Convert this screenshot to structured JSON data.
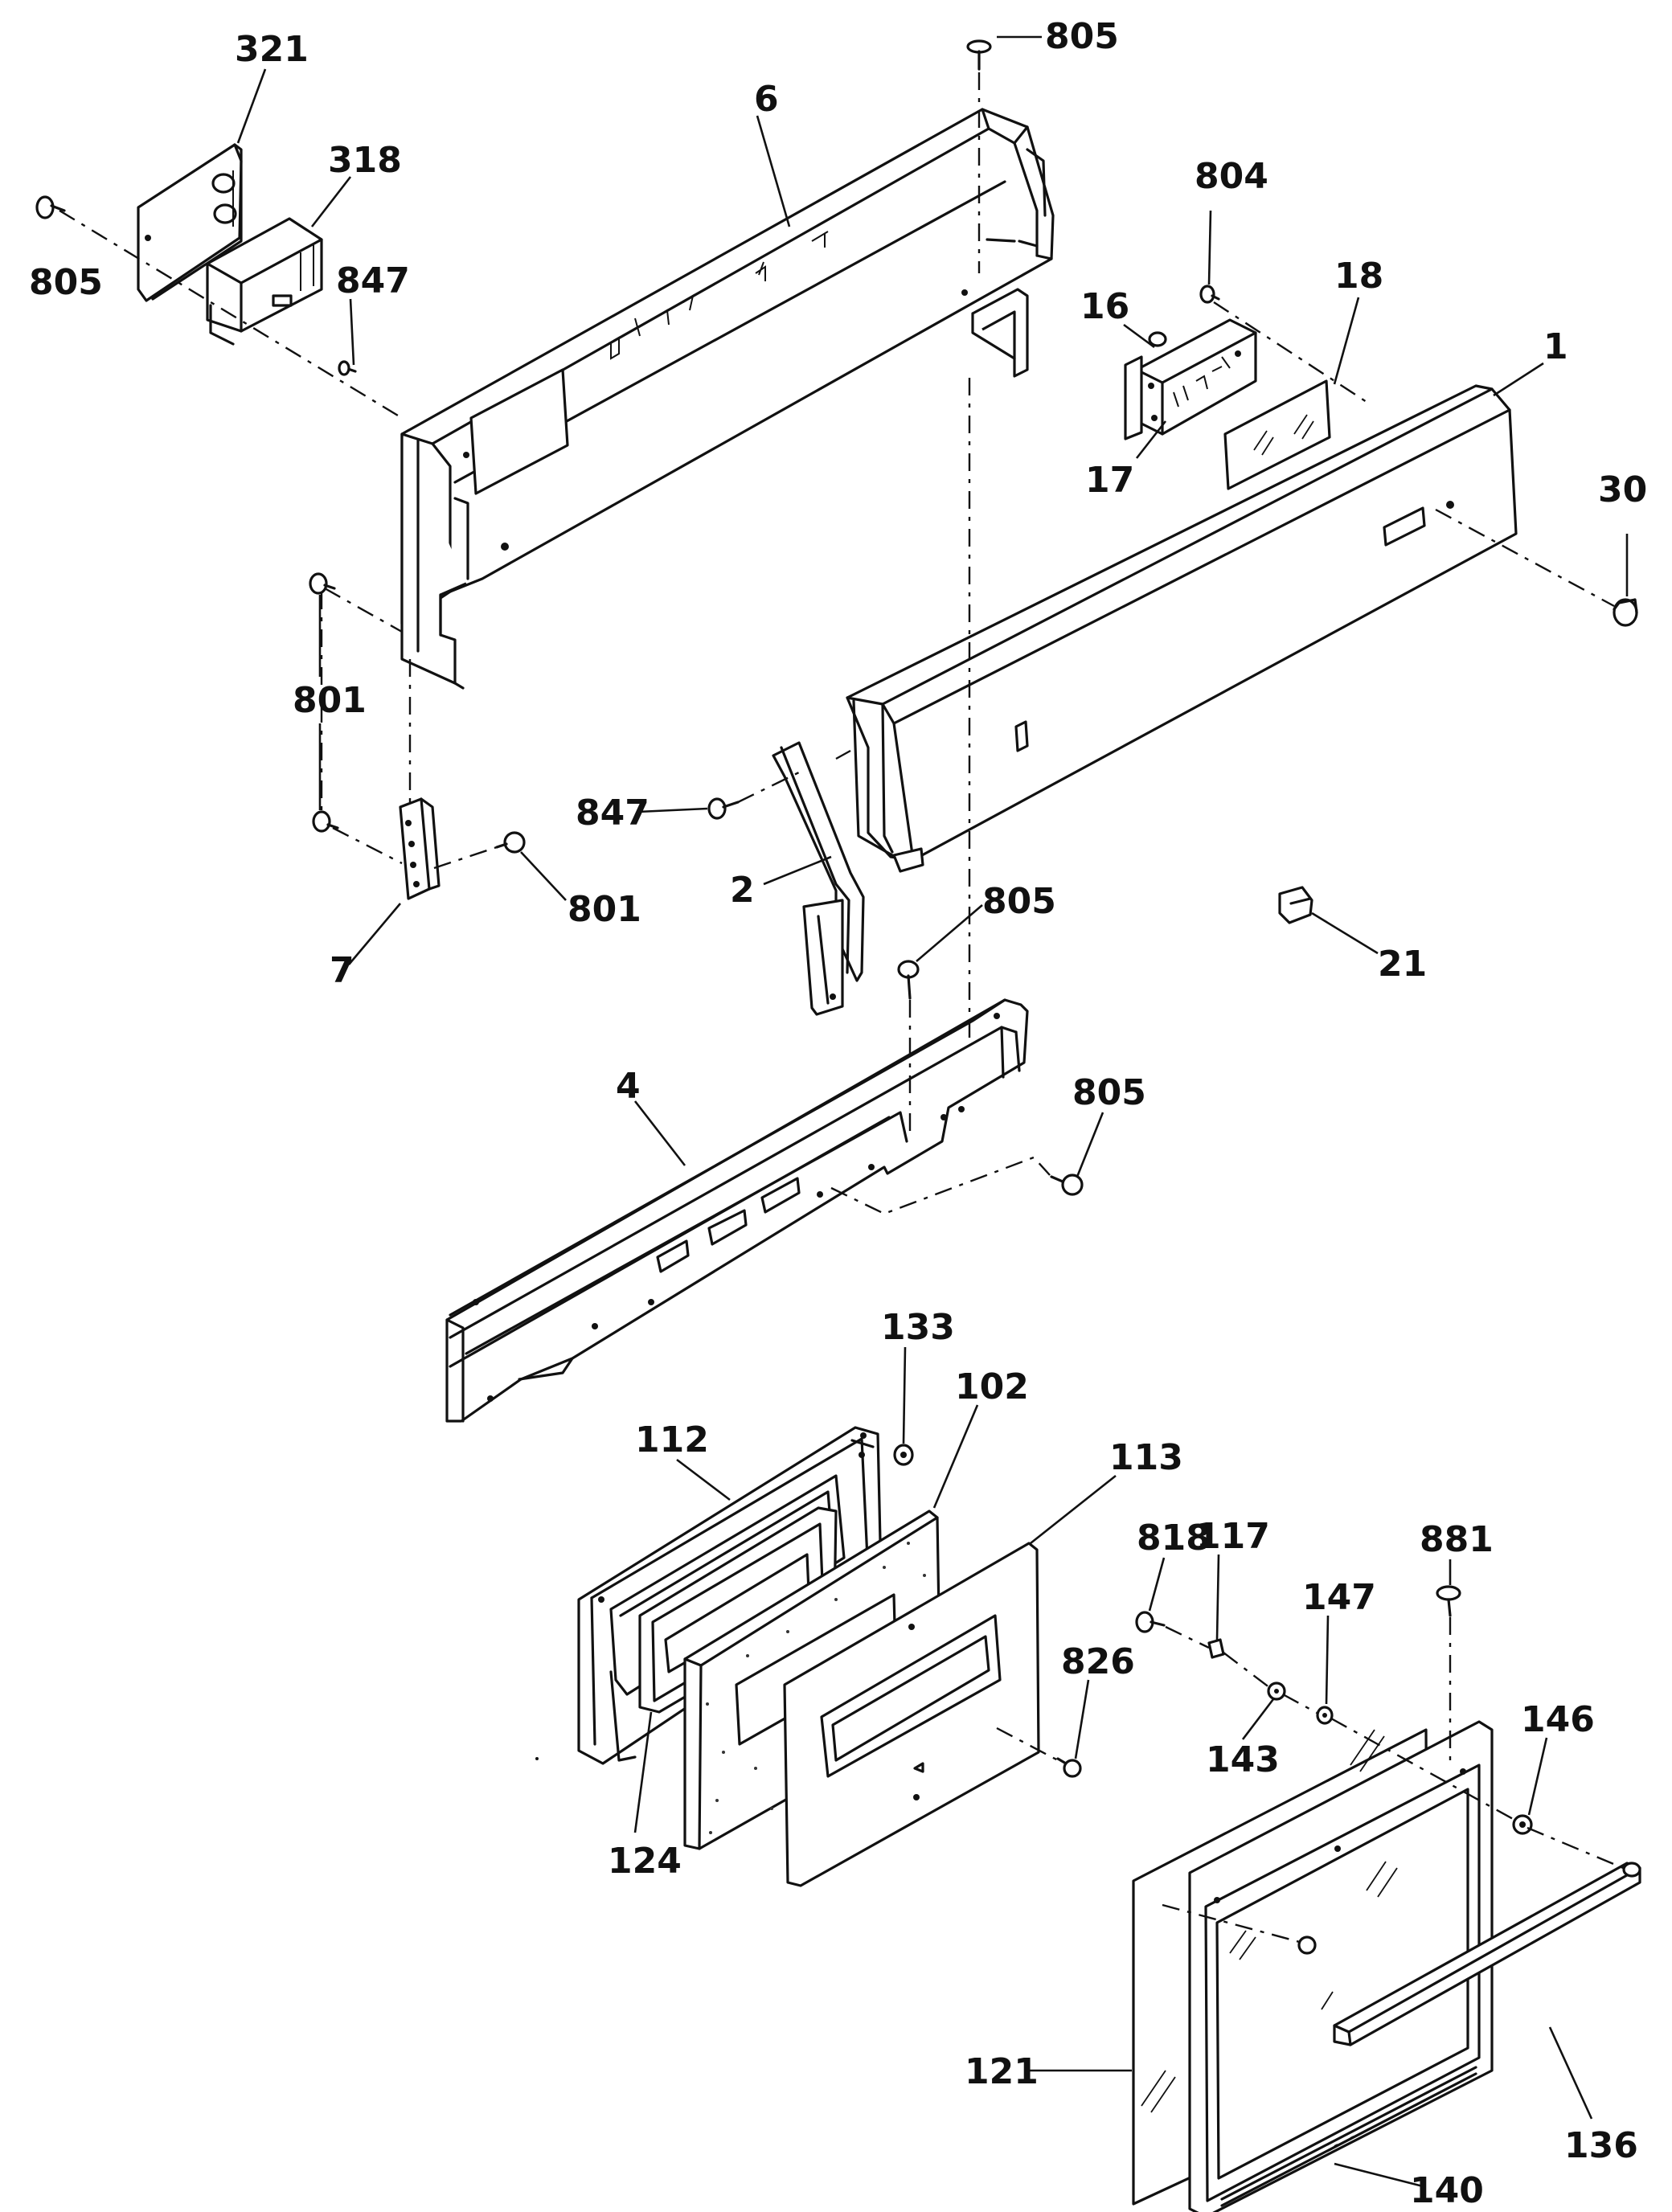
{
  "diagram": {
    "type": "exploded-parts-view",
    "callouts": [
      {
        "id": "lbl-321",
        "text": "321"
      },
      {
        "id": "lbl-318",
        "text": "318"
      },
      {
        "id": "lbl-805-a",
        "text": "805"
      },
      {
        "id": "lbl-847-a",
        "text": "847"
      },
      {
        "id": "lbl-6",
        "text": "6"
      },
      {
        "id": "lbl-805-b",
        "text": "805"
      },
      {
        "id": "lbl-804",
        "text": "804"
      },
      {
        "id": "lbl-16",
        "text": "16"
      },
      {
        "id": "lbl-18",
        "text": "18"
      },
      {
        "id": "lbl-17",
        "text": "17"
      },
      {
        "id": "lbl-1",
        "text": "1"
      },
      {
        "id": "lbl-30",
        "text": "30"
      },
      {
        "id": "lbl-801-a",
        "text": "801"
      },
      {
        "id": "lbl-847-b",
        "text": "847"
      },
      {
        "id": "lbl-801-b",
        "text": "801"
      },
      {
        "id": "lbl-2",
        "text": "2"
      },
      {
        "id": "lbl-7",
        "text": "7"
      },
      {
        "id": "lbl-805-c",
        "text": "805"
      },
      {
        "id": "lbl-21",
        "text": "21"
      },
      {
        "id": "lbl-4",
        "text": "4"
      },
      {
        "id": "lbl-805-d",
        "text": "805"
      },
      {
        "id": "lbl-133",
        "text": "133"
      },
      {
        "id": "lbl-102",
        "text": "102"
      },
      {
        "id": "lbl-112",
        "text": "112"
      },
      {
        "id": "lbl-113",
        "text": "113"
      },
      {
        "id": "lbl-818",
        "text": "818"
      },
      {
        "id": "lbl-117",
        "text": "117"
      },
      {
        "id": "lbl-881",
        "text": "881"
      },
      {
        "id": "lbl-147",
        "text": "147"
      },
      {
        "id": "lbl-826",
        "text": "826"
      },
      {
        "id": "lbl-146",
        "text": "146"
      },
      {
        "id": "lbl-143",
        "text": "143"
      },
      {
        "id": "lbl-124",
        "text": "124"
      },
      {
        "id": "lbl-121",
        "text": "121"
      },
      {
        "id": "lbl-136",
        "text": "136"
      },
      {
        "id": "lbl-140",
        "text": "140"
      }
    ]
  }
}
